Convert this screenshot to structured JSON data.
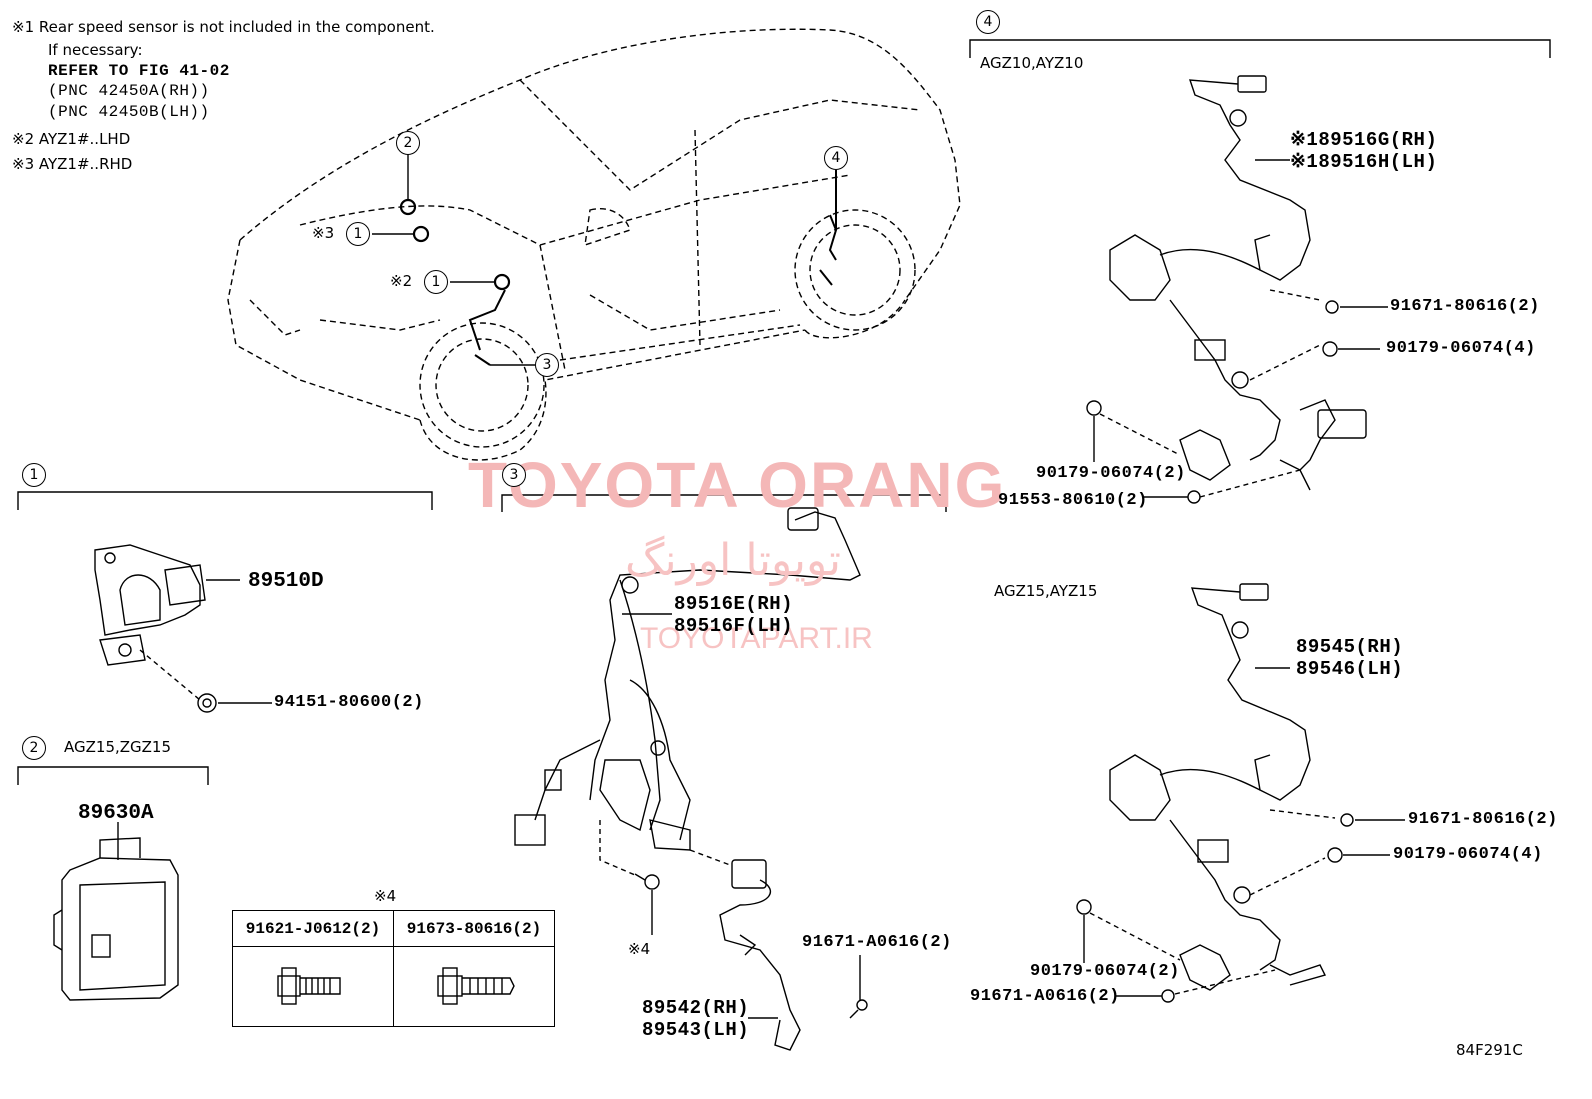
{
  "notes": {
    "n1_mark": "※1",
    "n1_text": "Rear speed sensor is not included in the component.",
    "n1_sub": "If necessary:",
    "n1_ref": "REFER TO FIG 41-02",
    "n1_pnc_rh": "(PNC 42450A(RH))",
    "n1_pnc_lh": "(PNC 42450B(LH))",
    "n2": "※2 AYZ1#..LHD",
    "n3": "※3 AYZ1#..RHD"
  },
  "car_callouts": {
    "c2": "2",
    "c4": "4",
    "c1_rhd": "1",
    "c1_lhd": "1",
    "c3": "3",
    "mark3": "※3",
    "mark2": "※2"
  },
  "section1": {
    "num": "1",
    "part": "89510D",
    "nut": "94151-80600(2)"
  },
  "section2": {
    "num": "2",
    "models": "AGZ15,ZGZ15",
    "part": "89630A"
  },
  "section3": {
    "num": "3",
    "harness_rh": "89516E(RH)",
    "harness_lh": "89516F(LH)",
    "bolt_mark": "※4",
    "bolt": "91671-A0616(2)",
    "sensor_rh": "89542(RH)",
    "sensor_lh": "89543(LH)"
  },
  "section4": {
    "num": "4",
    "models_a": "AGZ10,AYZ10",
    "harness_a_rh": "※189516G(RH)",
    "harness_a_lh": "※189516H(LH)",
    "a_bolt1": "91671-80616(2)",
    "a_clip1": "90179-06074(4)",
    "a_clip2": "90179-06074(2)",
    "a_bolt2": "91553-80610(2)",
    "models_b": "AGZ15,AYZ15",
    "sensor_b_rh": "89545(RH)",
    "sensor_b_lh": "89546(LH)",
    "b_bolt1": "91671-80616(2)",
    "b_clip1": "90179-06074(4)",
    "b_clip2": "90179-06074(2)",
    "b_bolt2": "91671-A0616(2)"
  },
  "bolt_table": {
    "mark": "※4",
    "col1": "91621-J0612(2)",
    "col2": "91673-80616(2)"
  },
  "watermark": {
    "main": "TOYOTA ORANG",
    "persian": "تویوتا اورنگ",
    "site": "TOYOTAPART.IR"
  },
  "figure_code": "84F291C"
}
